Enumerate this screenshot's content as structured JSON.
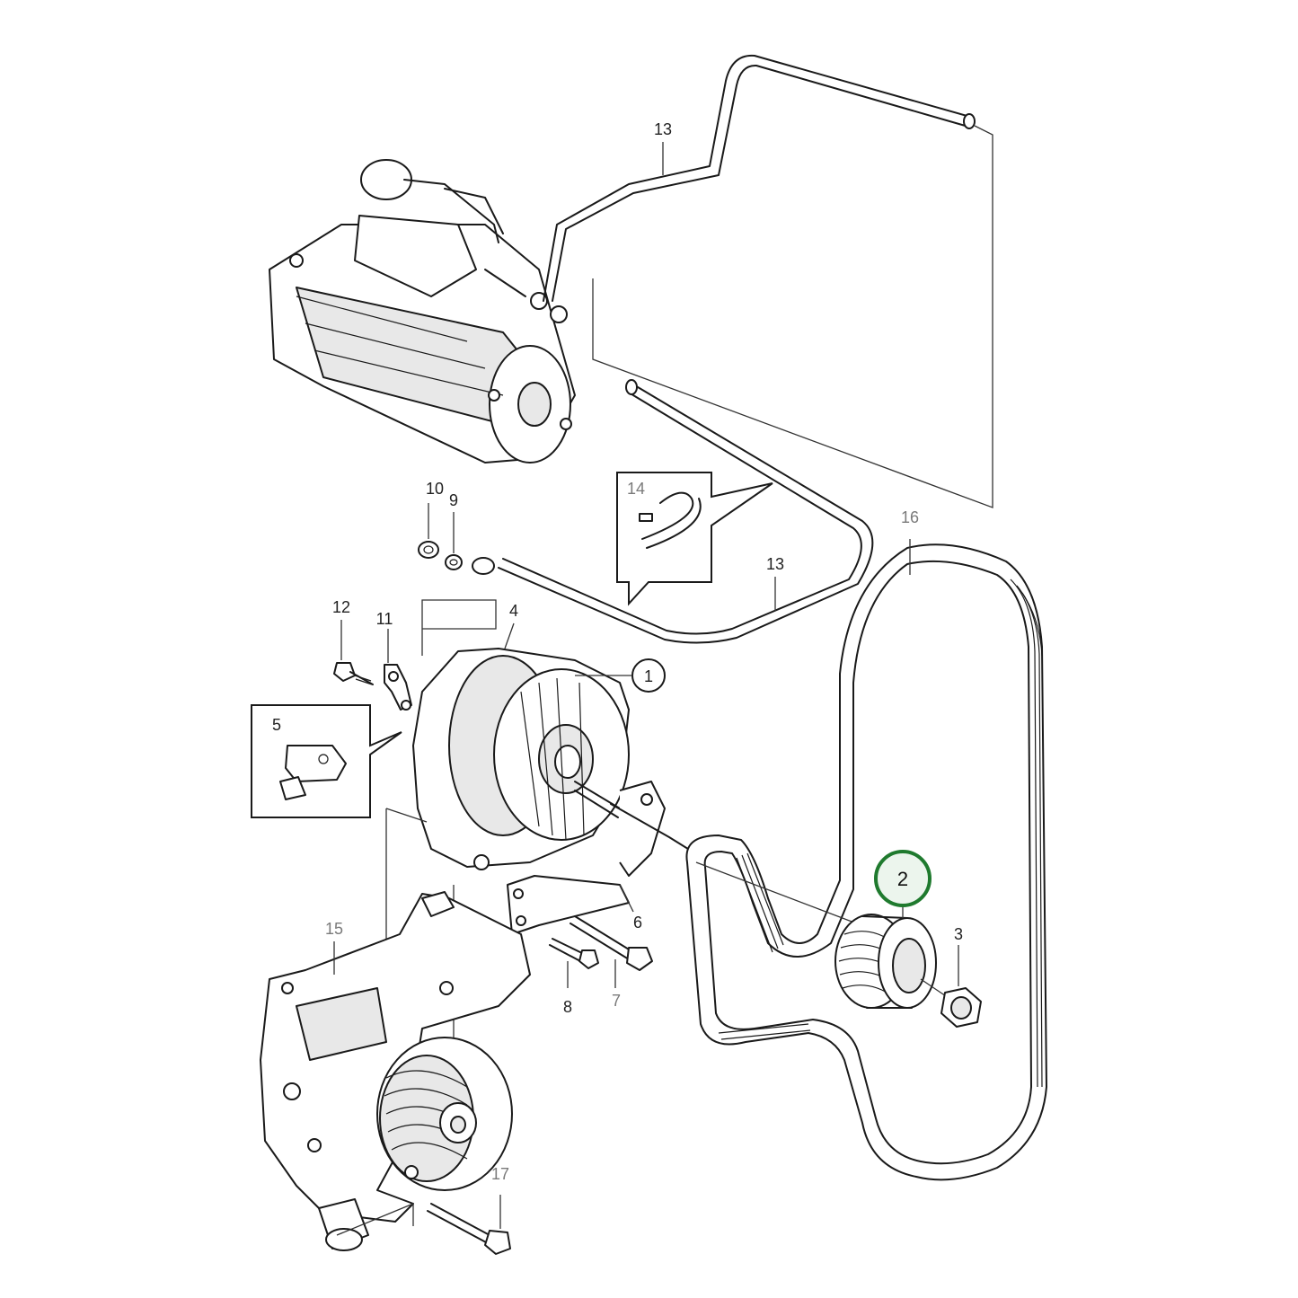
{
  "highlight_color": "#1f7a2e",
  "callouts": {
    "c1": "1",
    "c2": "2",
    "c3": "3",
    "c4": "4",
    "c5": "5",
    "c6": "6",
    "c7": "7",
    "c8": "8",
    "c9": "9",
    "c10": "10",
    "c11": "11",
    "c12": "12",
    "c13_top": "13",
    "c13_mid": "13",
    "c14": "14",
    "c15": "15",
    "c16": "16",
    "c17": "17"
  }
}
